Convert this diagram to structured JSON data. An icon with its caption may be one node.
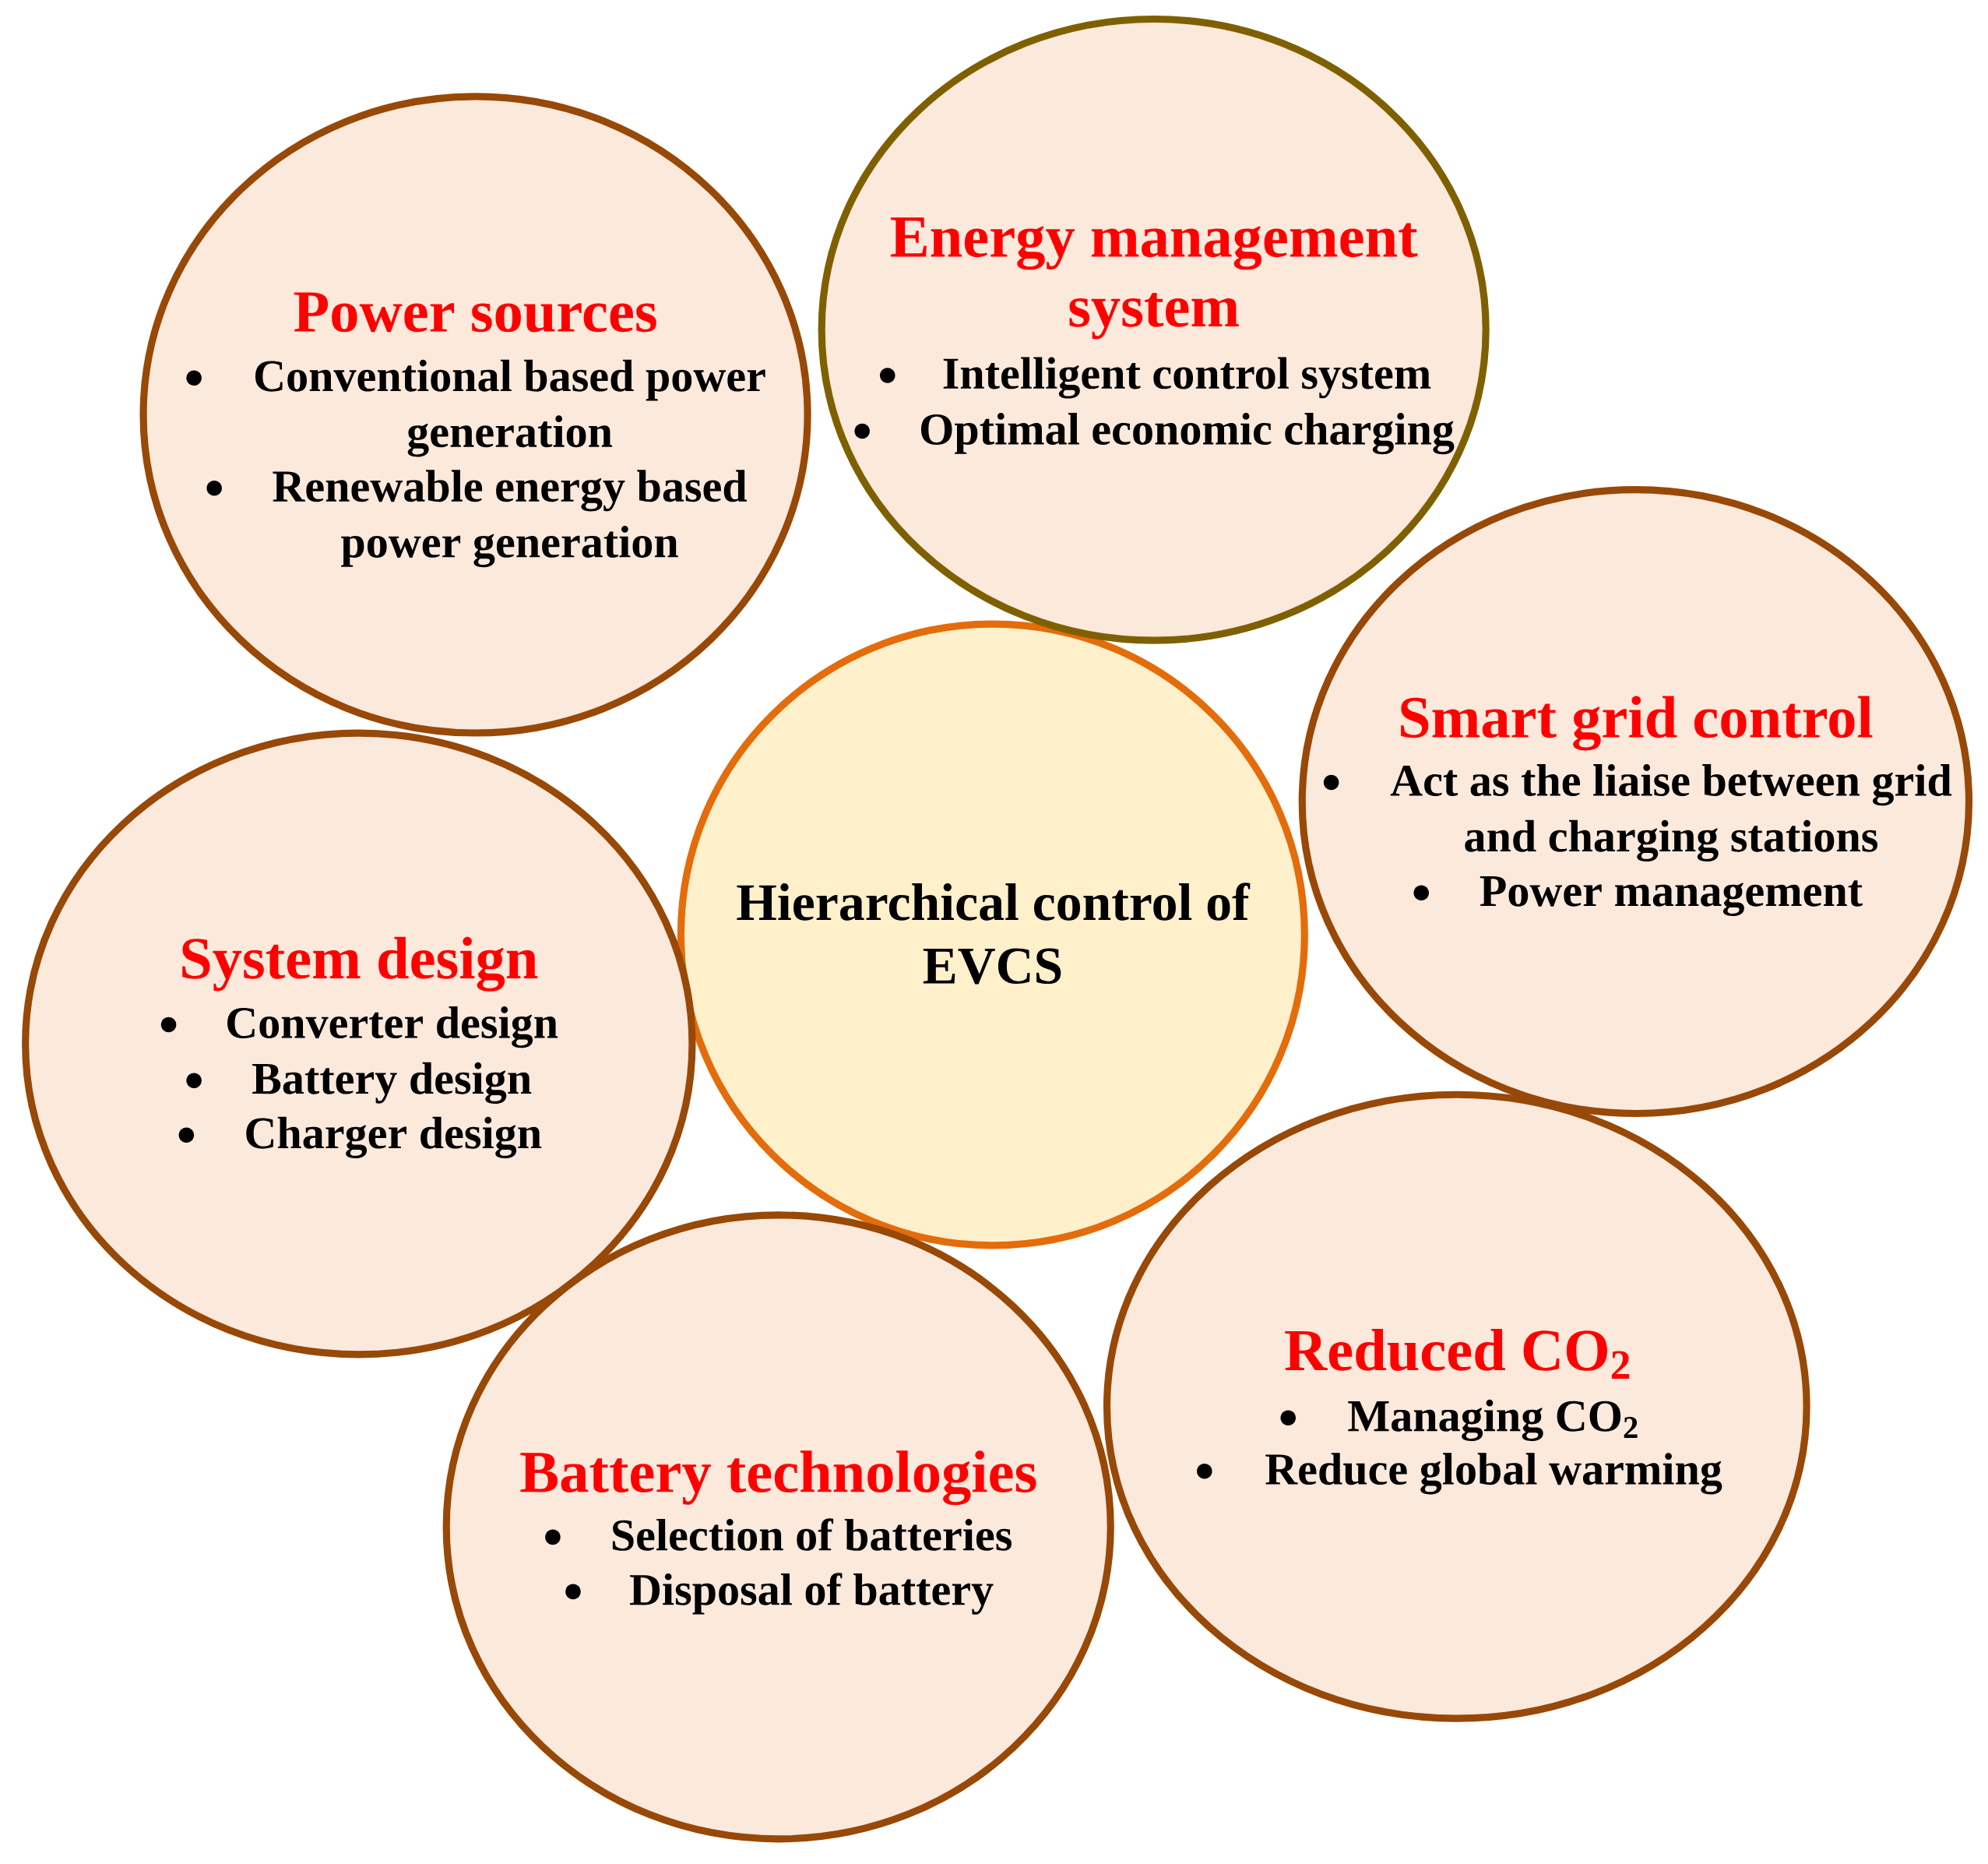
{
  "diagram": {
    "nodes": [
      {
        "text": [
          "Power sources",
          "Conventional based power generation",
          "Renewable energy based power generation"
        ]
      },
      {
        "text": [
          "Energy management system",
          "Intelligent control system",
          "Optimal economic charging"
        ]
      },
      {
        "text": [
          "Smart grid control",
          "Act as the liaise between grid and charging stations",
          "Power management"
        ]
      },
      {
        "text": [
          "Hierarchical control of EVCS"
        ]
      },
      {
        "text": [
          "System design",
          "Converter design",
          "Battery design",
          "Charger design"
        ]
      },
      {
        "text": [
          "Reduced CO$_{2}$",
          "Managing CO$_{2}$",
          "Reduce global warming"
        ]
      },
      {
        "text": [
          "Battery technologies",
          "Selection of batteries",
          "Disposal of battery"
        ]
      }
    ]
  }
}
